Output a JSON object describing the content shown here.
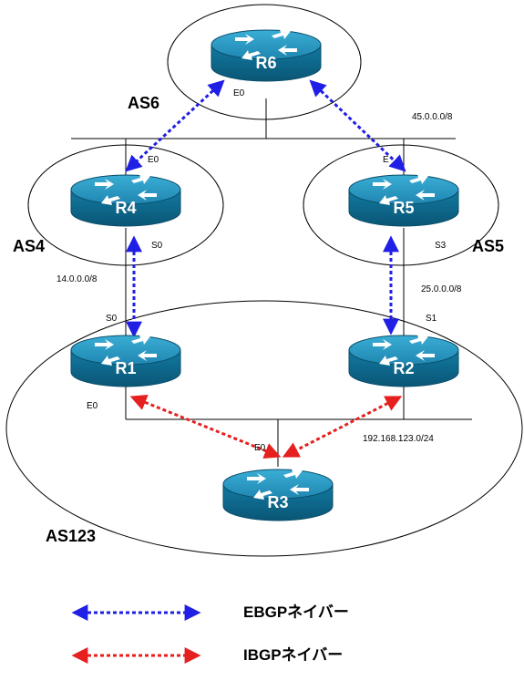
{
  "routers": [
    {
      "id": "R6",
      "label": "R6"
    },
    {
      "id": "R4",
      "label": "R4"
    },
    {
      "id": "R5",
      "label": "R5"
    },
    {
      "id": "R1",
      "label": "R1"
    },
    {
      "id": "R2",
      "label": "R2"
    },
    {
      "id": "R3",
      "label": "R3"
    }
  ],
  "as_labels": {
    "as6": "AS6",
    "as4": "AS4",
    "as5": "AS5",
    "as123": "AS123"
  },
  "interfaces": {
    "r6_e0": "E0",
    "r4_e0": "E0",
    "r5_e": "E",
    "r4_s0": "S0",
    "r5_s3": "S3",
    "r1_s0": "S0",
    "r2_s1": "S1",
    "r1_e0": "E0",
    "r3_e0": "E0"
  },
  "networks": {
    "net45": "45.0.0.0/8",
    "net14": "14.0.0.0/8",
    "net25": "25.0.0.0/8",
    "net192": "192.168.123.0/24"
  },
  "legend": {
    "ebgp": "EBGPネイバー",
    "ibgp": "IBGPネイバー"
  },
  "colors": {
    "ebgp": "#1f1fe6",
    "ibgp": "#e61f1f",
    "router_top": "#2a9bc4",
    "router_side": "#0d6a8f",
    "line": "#000000"
  },
  "icons": {
    "router": "router-icon",
    "ebgp_arrow": "blue-dotted-double-arrow-icon",
    "ibgp_arrow": "red-dotted-double-arrow-icon"
  }
}
